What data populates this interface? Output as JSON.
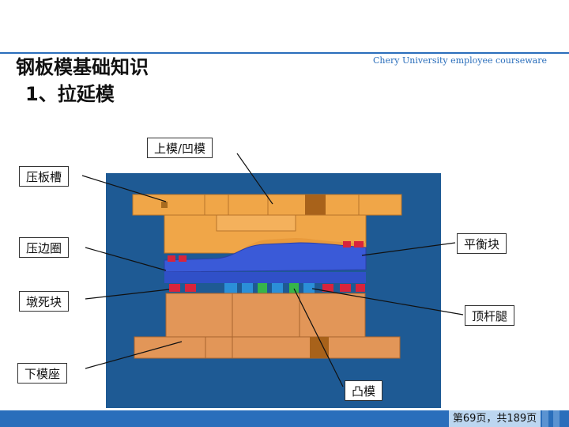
{
  "header": {
    "title": "钢板模基础知识",
    "subtitle": "1、拉延模",
    "note": "Chery University employee courseware"
  },
  "labels": {
    "upper_die": "上模/凹模",
    "blank_slot": "压板槽",
    "binder_ring": "压边圈",
    "stop_block": "墩死块",
    "lower_base": "下模座",
    "balance_block": "平衡块",
    "ejector_pin": "顶杆腿",
    "punch": "凸模"
  },
  "footer": {
    "page": "第69页，共189页"
  },
  "colors": {
    "accent": "#2a6ebb",
    "figure_bg": "#1e5a94",
    "die_orange": "#f0a648",
    "lower_orange": "#e29658",
    "binder_blue": "#3a5ad8",
    "pad_red": "#d8243c",
    "pad_blue": "#2b8fd8",
    "pad_green": "#36b54a"
  }
}
